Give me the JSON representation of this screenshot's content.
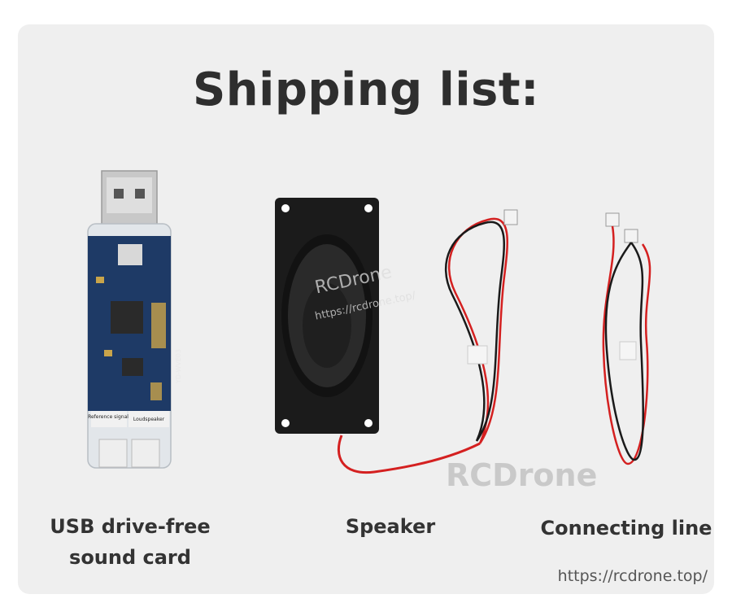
{
  "title": "Shipping list:",
  "items": [
    {
      "label_line1": "USB drive-free",
      "label_line2": "sound card",
      "board_labels": {
        "left_port": "Reference signal",
        "right_port": "Loudspeaker",
        "model": "YD-WVE03"
      }
    },
    {
      "label_line1": "Speaker"
    },
    {
      "label_line1": "Connecting line"
    }
  ],
  "watermark": {
    "brand": "RCDrone",
    "url_small": "https://rcdrone.top/"
  },
  "footer_url": "https://rcdrone.top/",
  "colors": {
    "card_bg": "#efefef",
    "title": "#2e2e2e",
    "pcb": "#1e3a66",
    "speaker": "#1b1b1b",
    "wire_red": "#d42020",
    "wire_black": "#1a1a1a"
  }
}
